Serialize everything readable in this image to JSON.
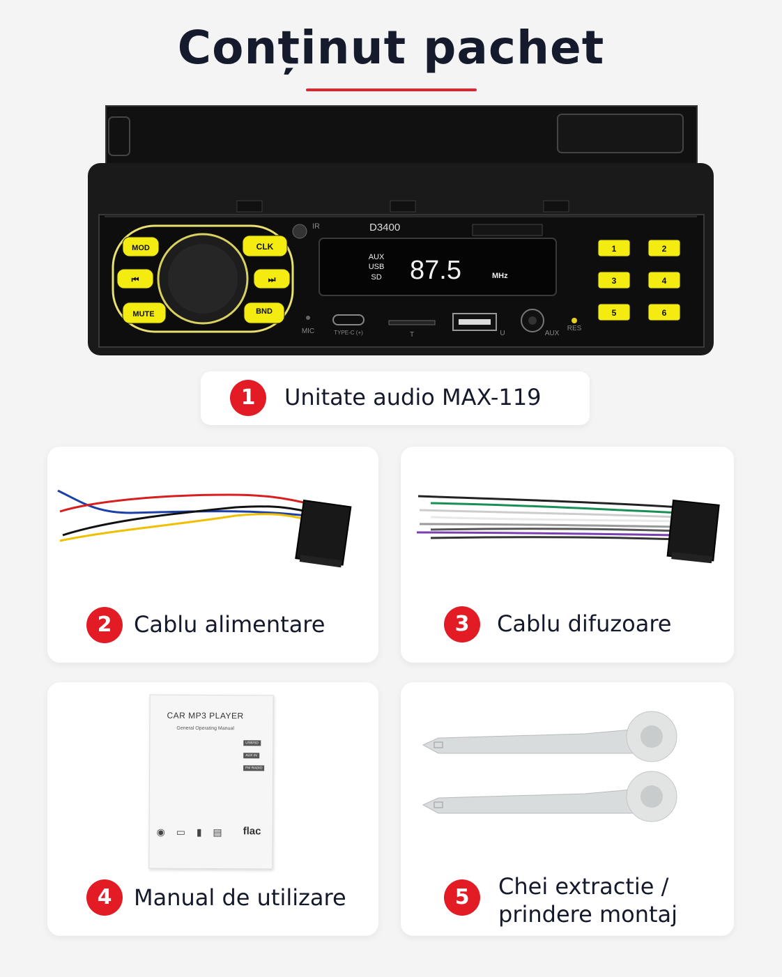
{
  "title": "Conținut pachet",
  "accent_color": "#e31b25",
  "radio": {
    "model": "D3400",
    "ir_label": "IR",
    "buttons_left": [
      "MOD",
      "CLK",
      "MUTE",
      "BND"
    ],
    "display_modes": [
      "AUX",
      "USB",
      "SD"
    ],
    "display_digits": "87.5",
    "display_unit": "MHz",
    "preset_buttons": [
      "1",
      "2",
      "3",
      "4",
      "5",
      "6"
    ],
    "ports": [
      "MIC",
      "TYPE-C (+)",
      "T",
      "U",
      "AUX",
      "RES"
    ]
  },
  "items": [
    {
      "number": "1",
      "label": "Unitate audio MAX-119"
    },
    {
      "number": "2",
      "label": "Cablu alimentare"
    },
    {
      "number": "3",
      "label": "Cablu difuzoare"
    },
    {
      "number": "4",
      "label": "Manual de utilizare"
    },
    {
      "number": "5",
      "label_line1": "Chei extractie /",
      "label_line2": "prindere montaj"
    }
  ],
  "manual": {
    "title": "CAR MP3 PLAYER",
    "subtitle": "General Operating Manual",
    "tags": [
      "USB/SD",
      "AUX IN",
      "FM RADIO"
    ],
    "format_logo": "flac"
  }
}
